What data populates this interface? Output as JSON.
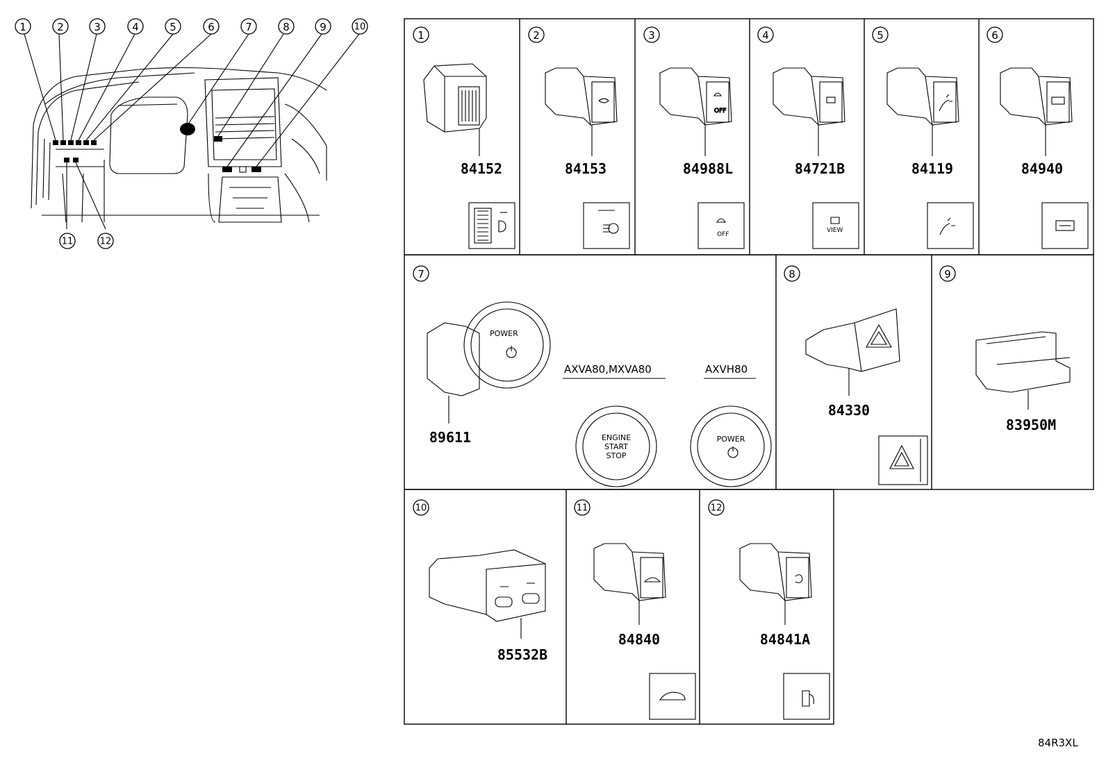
{
  "overview": {
    "callouts": [
      "1",
      "2",
      "3",
      "4",
      "5",
      "6",
      "7",
      "8",
      "9",
      "10",
      "11",
      "12"
    ]
  },
  "cells": [
    {
      "index": "1",
      "part": "84152"
    },
    {
      "index": "2",
      "part": "84153"
    },
    {
      "index": "3",
      "part": "84988L",
      "icon_text": "OFF"
    },
    {
      "index": "4",
      "part": "84721B",
      "icon_text": "VIEW"
    },
    {
      "index": "5",
      "part": "84119"
    },
    {
      "index": "6",
      "part": "84940"
    },
    {
      "index": "7",
      "part": "89611",
      "variant_a": "AXVA80,MXVA80",
      "variant_b": "AXVH80",
      "button_text": "POWER",
      "engine_l1": "ENGINE",
      "engine_l2": "START",
      "engine_l3": "STOP",
      "power_text": "POWER"
    },
    {
      "index": "8",
      "part": "84330"
    },
    {
      "index": "9",
      "part": "83950M"
    },
    {
      "index": "10",
      "part": "85532B"
    },
    {
      "index": "11",
      "part": "84840"
    },
    {
      "index": "12",
      "part": "84841A"
    }
  ],
  "diagram_code": "84R3XL"
}
